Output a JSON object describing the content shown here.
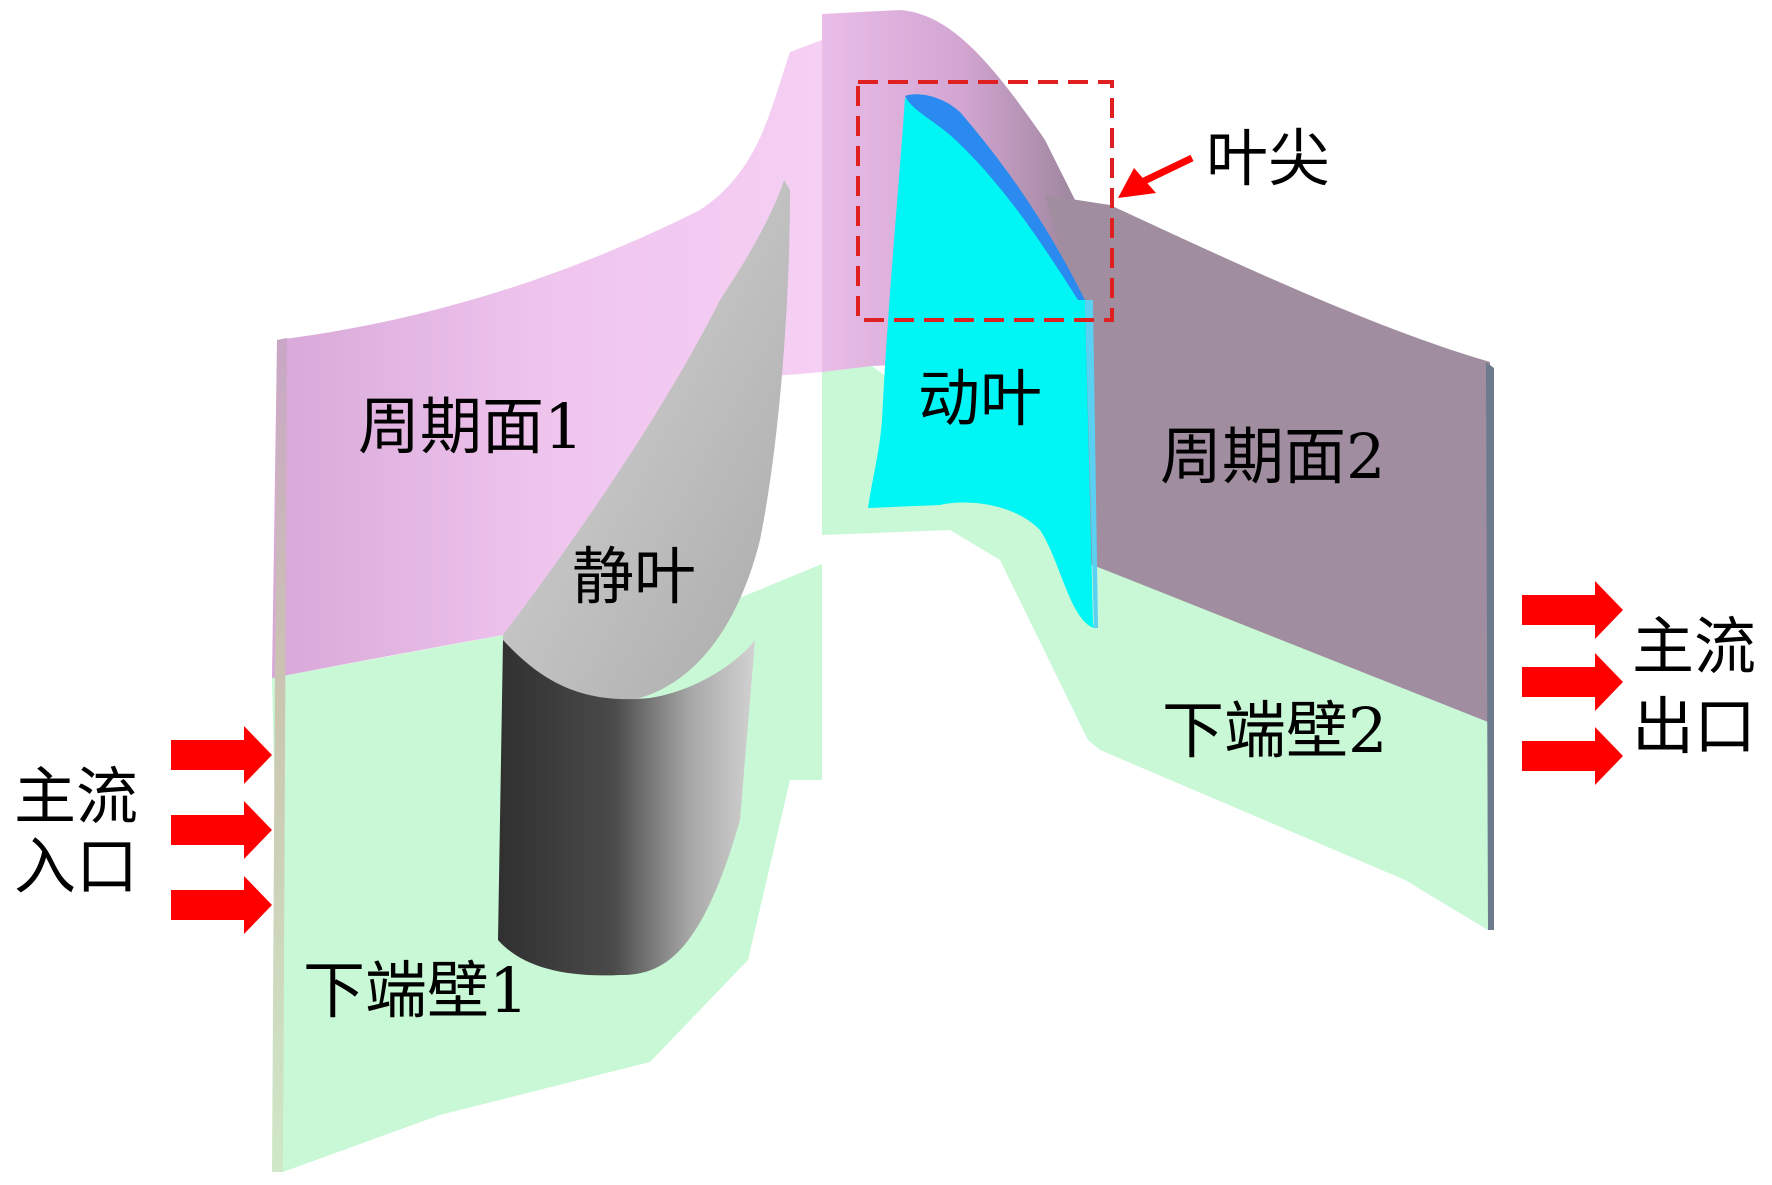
{
  "labels": {
    "periodic_1": "周期面1",
    "periodic_2": "周期面2",
    "stator": "静叶",
    "rotor": "动叶",
    "tip": "叶尖",
    "endwall_1": "下端壁1",
    "endwall_2": "下端壁2",
    "inlet_line1": "主流",
    "inlet_line2": "入口",
    "outlet_line1": "主流",
    "outlet_line2": "出口"
  },
  "colors": {
    "periodic_1": "#f0c4ec",
    "periodic_2": "#a18da0",
    "endwall": "#c9f8d6",
    "stator_light": "#c4c4c4",
    "stator_dark": "#444444",
    "rotor": "#00f5f5",
    "rotor_tip": "#2a8af0",
    "arrow": "#ff0000",
    "tip_box": "#e02020"
  }
}
